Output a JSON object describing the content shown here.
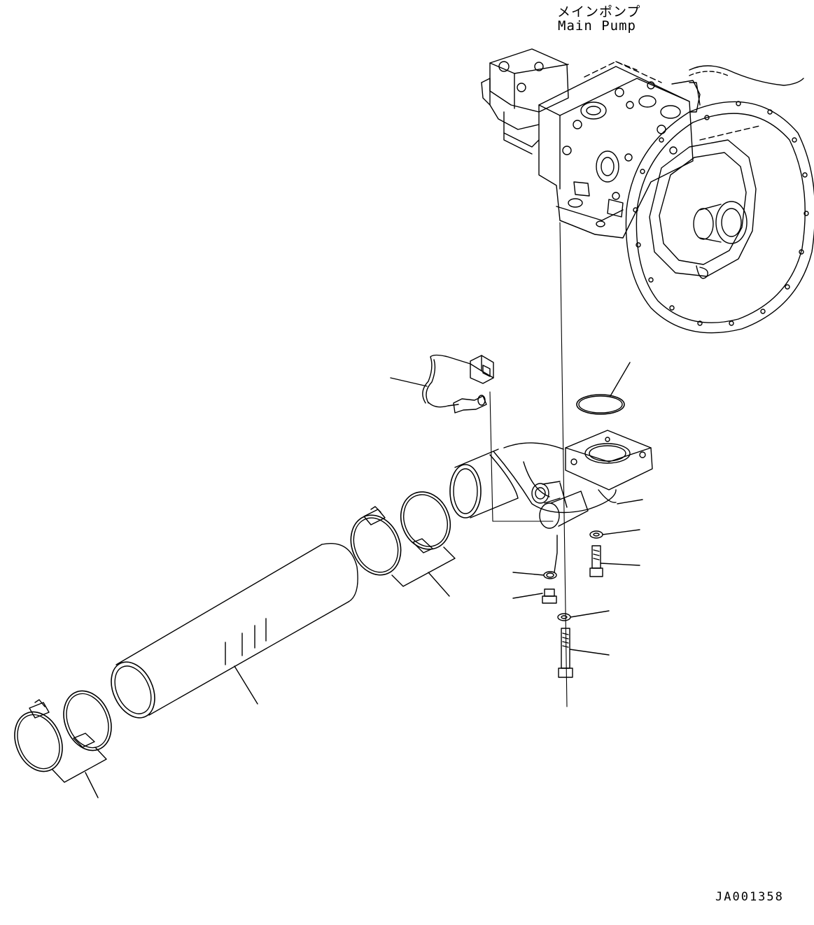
{
  "labels": {
    "pump_jp": "メインポンプ",
    "pump_en": "Main Pump"
  },
  "drawing_number": "JA001358",
  "colors": {
    "line": "#000000",
    "background": "#ffffff"
  }
}
